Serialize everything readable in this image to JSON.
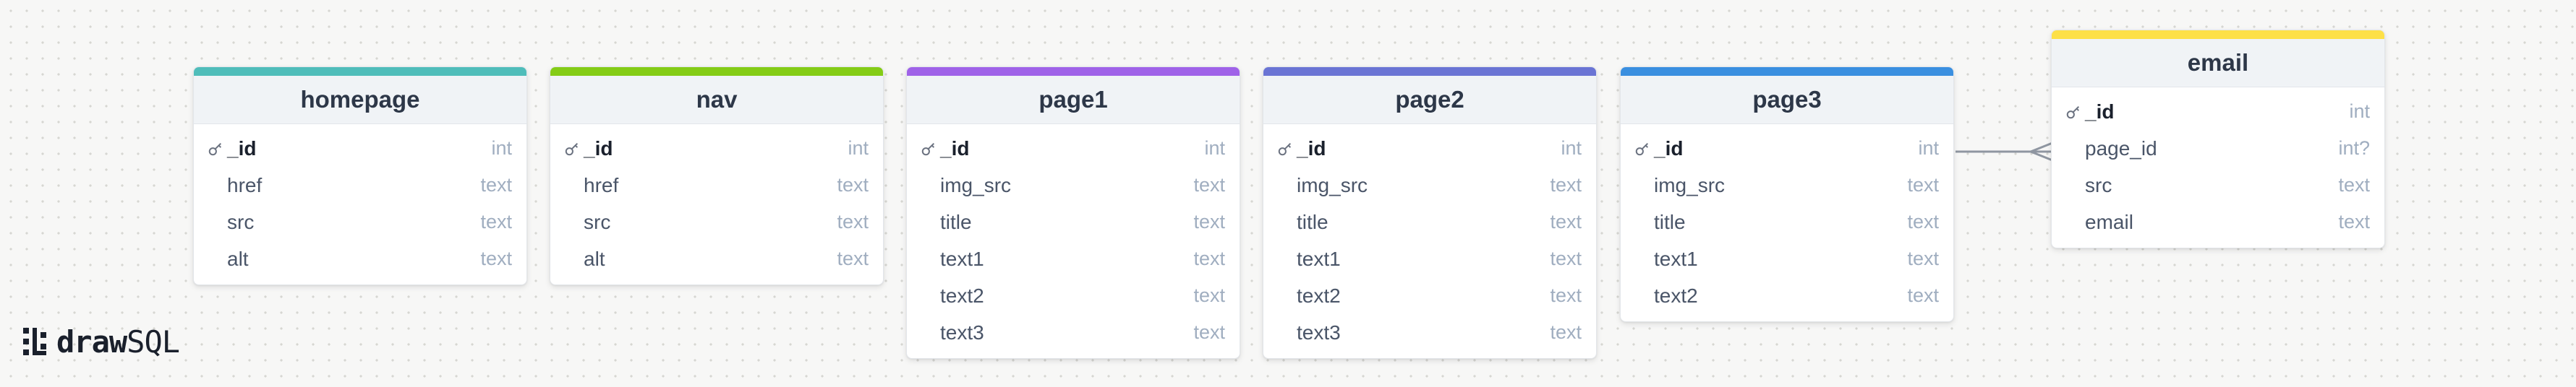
{
  "app": {
    "logo_bold": "draw",
    "logo_light": "SQL"
  },
  "relationship": {
    "from_table": "email",
    "from_field": "page_id",
    "to_table": "page3",
    "to_field": "_id",
    "cardinality": "many-to-one"
  },
  "tables": [
    {
      "id": "homepage",
      "name": "homepage",
      "color": "#4fbdba",
      "fields": [
        {
          "name": "_id",
          "type": "int",
          "pk": true
        },
        {
          "name": "href",
          "type": "text",
          "pk": false
        },
        {
          "name": "src",
          "type": "text",
          "pk": false
        },
        {
          "name": "alt",
          "type": "text",
          "pk": false
        }
      ]
    },
    {
      "id": "nav",
      "name": "nav",
      "color": "#84cc16",
      "fields": [
        {
          "name": "_id",
          "type": "int",
          "pk": true
        },
        {
          "name": "href",
          "type": "text",
          "pk": false
        },
        {
          "name": "src",
          "type": "text",
          "pk": false
        },
        {
          "name": "alt",
          "type": "text",
          "pk": false
        }
      ]
    },
    {
      "id": "page1",
      "name": "page1",
      "color": "#9f62e8",
      "fields": [
        {
          "name": "_id",
          "type": "int",
          "pk": true
        },
        {
          "name": "img_src",
          "type": "text",
          "pk": false
        },
        {
          "name": "title",
          "type": "text",
          "pk": false
        },
        {
          "name": "text1",
          "type": "text",
          "pk": false
        },
        {
          "name": "text2",
          "type": "text",
          "pk": false
        },
        {
          "name": "text3",
          "type": "text",
          "pk": false
        }
      ]
    },
    {
      "id": "page2",
      "name": "page2",
      "color": "#6a74d4",
      "fields": [
        {
          "name": "_id",
          "type": "int",
          "pk": true
        },
        {
          "name": "img_src",
          "type": "text",
          "pk": false
        },
        {
          "name": "title",
          "type": "text",
          "pk": false
        },
        {
          "name": "text1",
          "type": "text",
          "pk": false
        },
        {
          "name": "text2",
          "type": "text",
          "pk": false
        },
        {
          "name": "text3",
          "type": "text",
          "pk": false
        }
      ]
    },
    {
      "id": "page3",
      "name": "page3",
      "color": "#3a8fe0",
      "fields": [
        {
          "name": "_id",
          "type": "int",
          "pk": true
        },
        {
          "name": "img_src",
          "type": "text",
          "pk": false
        },
        {
          "name": "title",
          "type": "text",
          "pk": false
        },
        {
          "name": "text1",
          "type": "text",
          "pk": false
        },
        {
          "name": "text2",
          "type": "text",
          "pk": false
        }
      ]
    },
    {
      "id": "email",
      "name": "email",
      "color": "#fde047",
      "fields": [
        {
          "name": "_id",
          "type": "int",
          "pk": true
        },
        {
          "name": "page_id",
          "type": "int?",
          "pk": false
        },
        {
          "name": "src",
          "type": "text",
          "pk": false
        },
        {
          "name": "email",
          "type": "text",
          "pk": false
        }
      ]
    }
  ]
}
